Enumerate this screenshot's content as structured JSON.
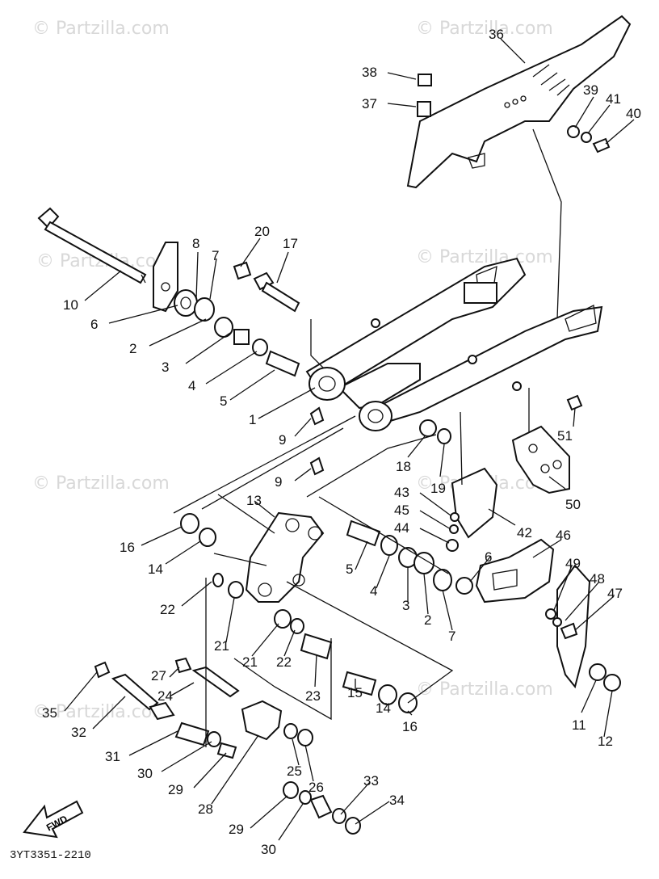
{
  "watermark": "© Partzilla.com",
  "drawing_code": "3YT3351-2210",
  "fwd_label": "FWD",
  "callouts": {
    "n1": "1",
    "n2a": "2",
    "n2b": "2",
    "n3a": "3",
    "n3b": "3",
    "n4a": "4",
    "n4b": "4",
    "n5a": "5",
    "n5b": "5",
    "n6a": "6",
    "n6b": "6",
    "n7a": "7",
    "n7b": "7",
    "n8": "8",
    "n9a": "9",
    "n9b": "9",
    "n10": "10",
    "n11": "11",
    "n12": "12",
    "n13": "13",
    "n14a": "14",
    "n14b": "14",
    "n15": "15",
    "n16a": "16",
    "n16b": "16",
    "n17": "17",
    "n18": "18",
    "n19": "19",
    "n20": "20",
    "n21a": "21",
    "n21b": "21",
    "n22a": "22",
    "n22b": "22",
    "n23": "23",
    "n24": "24",
    "n25": "25",
    "n26": "26",
    "n27": "27",
    "n28": "28",
    "n29a": "29",
    "n29b": "29",
    "n30a": "30",
    "n30b": "30",
    "n31": "31",
    "n32": "32",
    "n33": "33",
    "n34": "34",
    "n35": "35",
    "n36": "36",
    "n37": "37",
    "n38": "38",
    "n39": "39",
    "n40": "40",
    "n41": "41",
    "n42": "42",
    "n43": "43",
    "n44": "44",
    "n45": "45",
    "n46": "46",
    "n47": "47",
    "n48": "48",
    "n49": "49",
    "n50": "50",
    "n51": "51"
  }
}
